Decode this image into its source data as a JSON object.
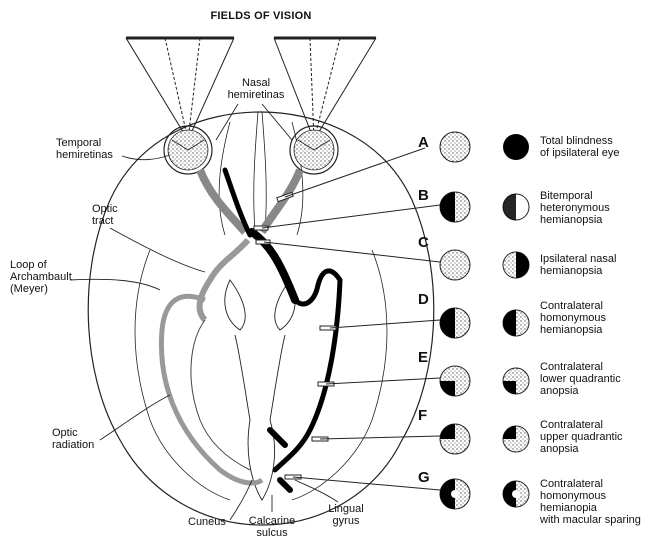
{
  "title": "FIELDS OF VISION",
  "labels": {
    "nasal": [
      "Nasal",
      "hemiretinas"
    ],
    "temporal": [
      "Temporal",
      "hemiretinas"
    ],
    "optic_tract": [
      "Optic",
      "tract"
    ],
    "loop": [
      "Loop of",
      "Archambault",
      "(Meyer)"
    ],
    "optic_radiation": [
      "Optic",
      "radiation"
    ],
    "cuneus": [
      "Cuneus"
    ],
    "calcarine": [
      "Calcarine",
      "sulcus"
    ],
    "lingual": [
      "Lingual",
      "gyrus"
    ]
  },
  "lesions": [
    {
      "letter": "A",
      "defect": [
        "Total blindness",
        "of ipsilateral eye"
      ]
    },
    {
      "letter": "B",
      "defect": [
        "Bitemporal",
        "heteronymous",
        "hemianopsia"
      ]
    },
    {
      "letter": "C",
      "defect": [
        "Ipsilateral nasal",
        "hemianopsia"
      ]
    },
    {
      "letter": "D",
      "defect": [
        "Contralateral",
        "homonymous",
        "hemianopsia"
      ]
    },
    {
      "letter": "E",
      "defect": [
        "Contralateral",
        "lower quadrantic",
        "anopsia"
      ]
    },
    {
      "letter": "F",
      "defect": [
        "Contralateral",
        "upper quadrantic",
        "anopsia"
      ]
    },
    {
      "letter": "G",
      "defect": [
        "Contralateral",
        "homonymous",
        "hemianopia",
        "with macular sparing"
      ]
    }
  ]
}
